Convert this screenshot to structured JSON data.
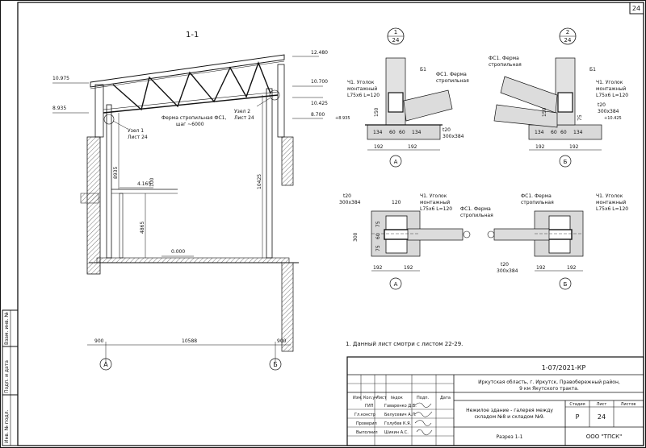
{
  "sheet": {
    "number": "24"
  },
  "section": {
    "title": "1-1",
    "elevations": {
      "e1": "12.480",
      "e2": "10.975",
      "e3": "10.700",
      "e4": "10.425",
      "e5": "8.935",
      "e6": "8.700",
      "e7": "4.165",
      "e8": "0.000"
    },
    "notes": {
      "node1_a": "Узел 1",
      "node1_b": "Лист 24",
      "node2_a": "Узел 2",
      "node2_b": "Лист 24",
      "truss_a": "Ферма стропильная ФС1,",
      "truss_b": "шаг ~6000"
    },
    "dims": {
      "d8935": "8935",
      "d100": "100",
      "d4865": "4865",
      "d10425": "10425",
      "d900a": "900",
      "d10588": "10588",
      "d900b": "900"
    },
    "axes": {
      "a": "А",
      "b": "Б"
    }
  },
  "details": {
    "circle1": {
      "top": "1",
      "bottom": "24"
    },
    "circle2": {
      "top": "2",
      "bottom": "24"
    },
    "b1": "Б1",
    "fs1": "ФС1. Ферма",
    "fs1b": "стропильная",
    "u1a": "Ч1. Уголок",
    "u1b": "монтажный",
    "u1c": "L75x6 L=120",
    "t20": "t20",
    "t20size": "300x384",
    "el_left": "+8.935",
    "el_right": "+10.425",
    "dims": {
      "a": "134",
      "b": "60",
      "c": "60",
      "d": "134",
      "e": "192",
      "f": "192",
      "g": "150",
      "h": "75",
      "i": "120",
      "j": "300",
      "k": "75",
      "l": "60",
      "m": "75"
    },
    "ax_a": "А",
    "ax_b": "Б"
  },
  "note1": "1. Данный лист смотри с листом 22-29.",
  "title_block": {
    "code": "1-07/2021-КР",
    "address": [
      "Иркутская область, г. Иркутск, Правобережный район,",
      "9 км Якутского тракта."
    ],
    "building": [
      "Нежилое здание - галерея между",
      "складом №8 и складом №9."
    ],
    "sheet_name": "Разрез 1-1",
    "company": "ООО \"ТПСК\"",
    "stage_h": "Стадия",
    "sheet_h": "Лист",
    "sheets_h": "Листов",
    "stage": "Р",
    "sheet": "24",
    "sheets": "",
    "hdr": [
      "Изм.",
      "Кол.уч",
      "Лист",
      "№док",
      "Подп.",
      "Дата"
    ],
    "roles": [
      "ГИП",
      "Гл.констр",
      "Проверил",
      "Выполнил"
    ],
    "names": [
      "Гаваренко Д.В.",
      "Белусевич А.Л.",
      "Голубев К.Я.",
      "Шикин А.С."
    ]
  },
  "side_labels": [
    "Взам. инв. №",
    "Подп. и дата",
    "Инв. № подл."
  ]
}
